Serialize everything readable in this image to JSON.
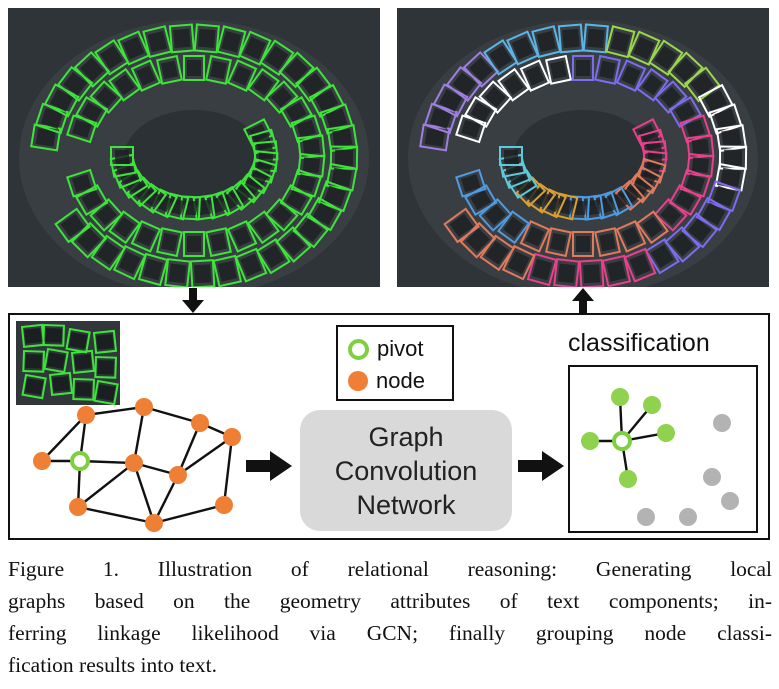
{
  "figure": {
    "legend": {
      "pivot_label": "pivot",
      "node_label": "node"
    },
    "gcn": {
      "lines": [
        "Graph",
        "Convolution",
        "Network"
      ]
    },
    "classification_title": "classification",
    "caption_lines": [
      "Figure 1. Illustration of relational reasoning: Generating local",
      "graphs based on the geometry attributes of text components; in-",
      "ferring linkage likelihood via GCN; finally grouping node classi-",
      "fication results into text."
    ]
  },
  "colors": {
    "detection_box": "#3ee43a",
    "photo_background": "#2f3439",
    "node": "#ef7f35",
    "pivot": "#7ed041",
    "linked_node": "#8fd24d",
    "unlinked_node": "#b3b3b3",
    "gcn_box": "#d9d9d9",
    "group_palette": [
      "#9f7fe0",
      "#5bb6e8",
      "#9ad84a",
      "#ffffff",
      "#7c6cf0",
      "#e8408a",
      "#e07a5a",
      "#4f9be0",
      "#d9a030",
      "#5ccad8",
      "#b24fd8"
    ]
  }
}
